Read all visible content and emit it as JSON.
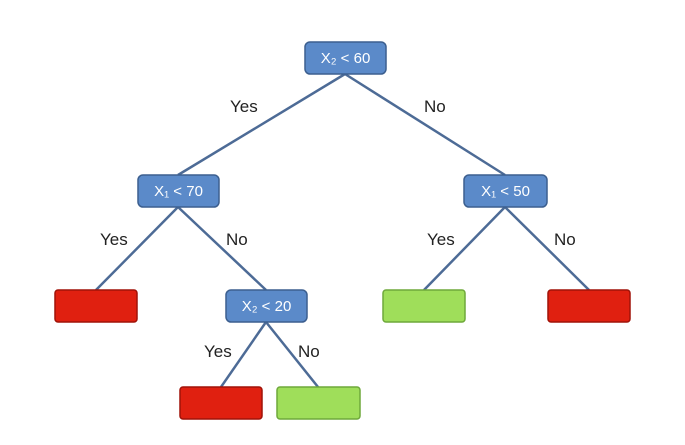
{
  "colors": {
    "decision_fill": "#5b8ac9",
    "decision_stroke": "#3c5f8f",
    "edge": "#4d6b96",
    "red_leaf": "#e02010",
    "red_leaf_stroke": "#a01208",
    "green_leaf": "#9fde5a",
    "green_leaf_stroke": "#6ea83a"
  },
  "nodes": {
    "root": {
      "label": "X₂ < 60",
      "kind": "decision"
    },
    "left": {
      "label": "X₁ < 70",
      "kind": "decision"
    },
    "right": {
      "label": "X₁ < 50",
      "kind": "decision"
    },
    "left_right": {
      "label": "X₂ < 20",
      "kind": "decision"
    },
    "leaf_ll": {
      "label": "",
      "kind": "red_leaf"
    },
    "leaf_lrl": {
      "label": "",
      "kind": "red_leaf"
    },
    "leaf_lrr": {
      "label": "",
      "kind": "green_leaf"
    },
    "leaf_rl": {
      "label": "",
      "kind": "green_leaf"
    },
    "leaf_rr": {
      "label": "",
      "kind": "red_leaf"
    }
  },
  "edges": {
    "root_left": "Yes",
    "root_right": "No",
    "left_leaf": "Yes",
    "left_right": "No",
    "right_leaf_left": "Yes",
    "right_leaf_right": "No",
    "lr_leaf_left": "Yes",
    "lr_leaf_right": "No"
  }
}
